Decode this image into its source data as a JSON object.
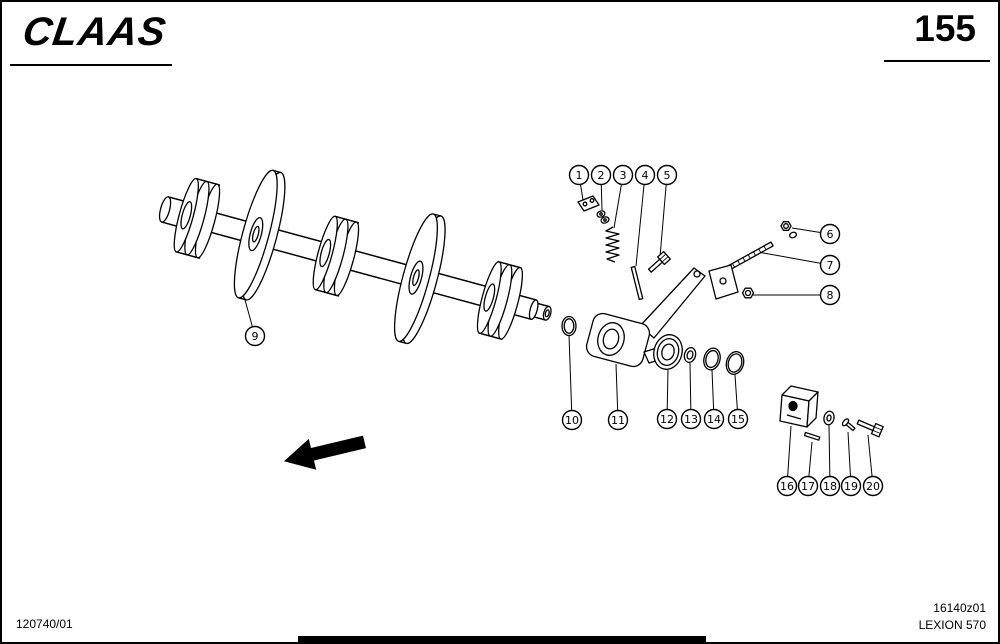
{
  "page": {
    "brand": "CLAAS",
    "page_number": "155"
  },
  "footer": {
    "document_number": "120740/01",
    "drawing_number": "16140z01",
    "model": "LEXION 570"
  },
  "colors": {
    "ink": "#000000",
    "paper": "#ffffff"
  },
  "diagram": {
    "type": "exploded-parts-drawing",
    "callouts": [
      {
        "label": "1"
      },
      {
        "label": "2"
      },
      {
        "label": "3"
      },
      {
        "label": "4"
      },
      {
        "label": "5"
      },
      {
        "label": "6"
      },
      {
        "label": "7"
      },
      {
        "label": "8"
      },
      {
        "label": "9"
      },
      {
        "label": "10"
      },
      {
        "label": "11"
      },
      {
        "label": "12"
      },
      {
        "label": "13"
      },
      {
        "label": "14"
      },
      {
        "label": "15"
      },
      {
        "label": "16"
      },
      {
        "label": "17"
      },
      {
        "label": "18"
      },
      {
        "label": "19"
      },
      {
        "label": "20"
      }
    ]
  }
}
